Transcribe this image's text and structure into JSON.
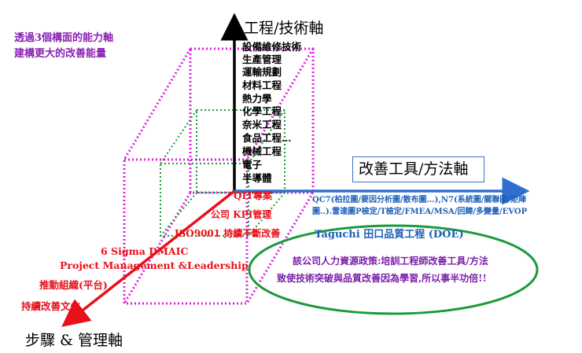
{
  "intro": {
    "line1": "透過3個構面的能力軸",
    "line2": "建構更大的改善能量"
  },
  "axes": {
    "engineering": "工程/技術軸",
    "tools": "改善工具/方法軸",
    "steps": "步驟 & 管理軸"
  },
  "engineering_items": [
    "設備維修技術",
    "生產管理",
    "運輸規劃",
    "材料工程",
    "熱力學",
    "化學工程",
    "奈米工程",
    "食品工程…",
    "機械工程",
    "電子",
    "半導體"
  ],
  "management_items": [
    "QIT專案",
    "公司 KPI管理",
    "ISO9001 持續不斷改善",
    "6 Sigma DMAIC",
    "Project Management &Leadership",
    "推動組織(平台)",
    "持續改善文化"
  ],
  "tool_items": {
    "line1": "QC7(柏拉圖/要因分析圖/散布圖…),N7(系統圖/關聯圖/矩陣",
    "line2": "圖..).雷達圖P檢定/T檢定/FMEA/MSA/回歸/多變量/EVOP"
  },
  "doe": {
    "title": "Taguchi  田口品質工程  (DOE)",
    "line1": "該公司人力資源政策:培訓工程師改善工具/方法",
    "line2": "致使技術突破與品質改善因為學習,所以事半功倍!!"
  },
  "colors": {
    "red_axis": "#e8101a",
    "blue_axis": "#2f6fd0",
    "green": "#1a9a3a",
    "magenta": "#e020e0",
    "purple": "#7a1fa8"
  }
}
